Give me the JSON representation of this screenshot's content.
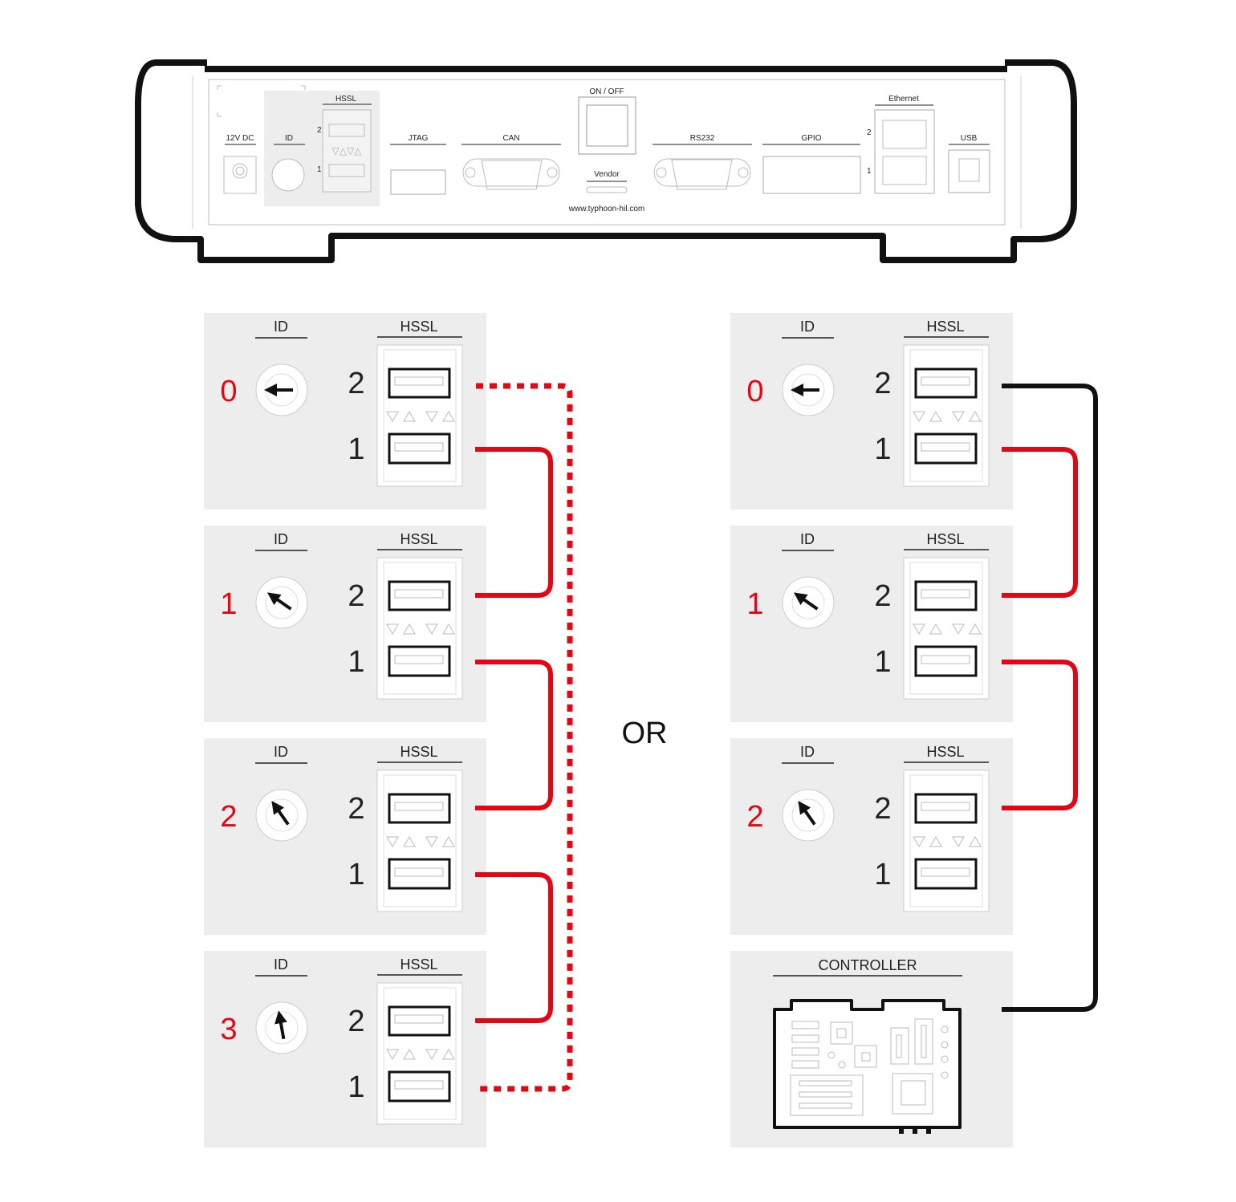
{
  "device": {
    "labels": {
      "dc": "12V DC",
      "id": "ID",
      "hssl": "HSSL",
      "hssl_port2": "2",
      "hssl_port1": "1",
      "jtag": "JTAG",
      "can": "CAN",
      "power": "ON / OFF",
      "vendor": "Vendor",
      "rs232": "RS232",
      "gpio": "GPIO",
      "ethernet": "Ethernet",
      "eth_port2": "2",
      "eth_port1": "1",
      "usb": "USB",
      "website": "www.typhoon-hil.com"
    }
  },
  "colors": {
    "accent": "#e30613",
    "link_black": "#111111",
    "panel": "#ededed"
  },
  "left_chain": {
    "modules": [
      {
        "id_label": "ID",
        "hssl_label": "HSSL",
        "id_value": "0",
        "port2": "2",
        "port1": "1"
      },
      {
        "id_label": "ID",
        "hssl_label": "HSSL",
        "id_value": "1",
        "port2": "2",
        "port1": "1"
      },
      {
        "id_label": "ID",
        "hssl_label": "HSSL",
        "id_value": "2",
        "port2": "2",
        "port1": "1"
      },
      {
        "id_label": "ID",
        "hssl_label": "HSSL",
        "id_value": "3",
        "port2": "2",
        "port1": "1"
      }
    ]
  },
  "separator": "OR",
  "right_chain": {
    "modules": [
      {
        "id_label": "ID",
        "hssl_label": "HSSL",
        "id_value": "0",
        "port2": "2",
        "port1": "1"
      },
      {
        "id_label": "ID",
        "hssl_label": "HSSL",
        "id_value": "1",
        "port2": "2",
        "port1": "1"
      },
      {
        "id_label": "ID",
        "hssl_label": "HSSL",
        "id_value": "2",
        "port2": "2",
        "port1": "1"
      }
    ],
    "controller_label": "CONTROLLER"
  }
}
